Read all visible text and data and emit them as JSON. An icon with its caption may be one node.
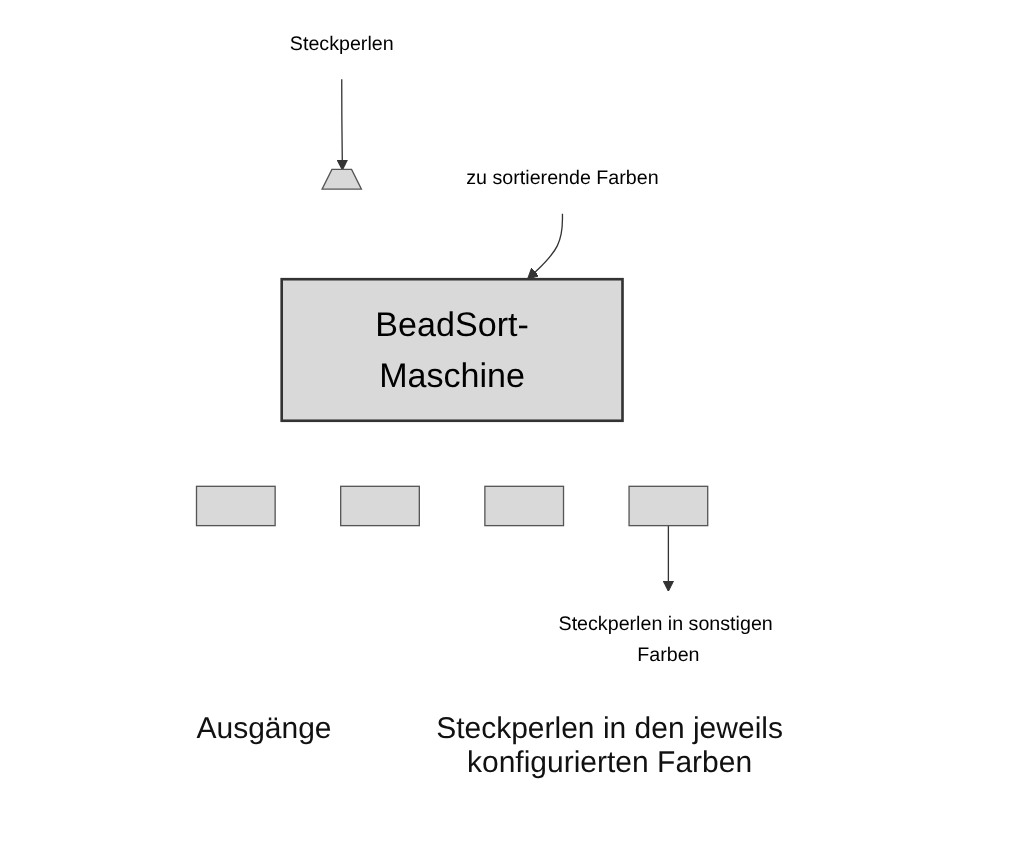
{
  "diagram": {
    "nodes": [
      {
        "text": [
          "Steckperlen"
        ]
      },
      {
        "text": [
          "zu sortierende Farben"
        ]
      },
      {
        "text": [
          "BeadSort-Maschine"
        ]
      },
      {
        "text": [],
        "shape": "trapezoid"
      },
      {
        "text": [],
        "shape": "box"
      },
      {
        "text": [],
        "shape": "box"
      },
      {
        "text": [],
        "shape": "box"
      },
      {
        "text": [],
        "shape": "box"
      },
      {
        "text": [
          "Steckperlen in sonstigen Farben"
        ]
      }
    ],
    "edges": [
      {
        "from": 0,
        "to": 3,
        "arrow": "to"
      },
      {
        "from": 1,
        "to": 2,
        "arrow": "to"
      },
      {
        "from": 7,
        "to": 8,
        "arrow": "to"
      }
    ],
    "labels": [
      "Ausgänge",
      "Steckperlen in den jeweils konfigurierten Farben"
    ]
  }
}
